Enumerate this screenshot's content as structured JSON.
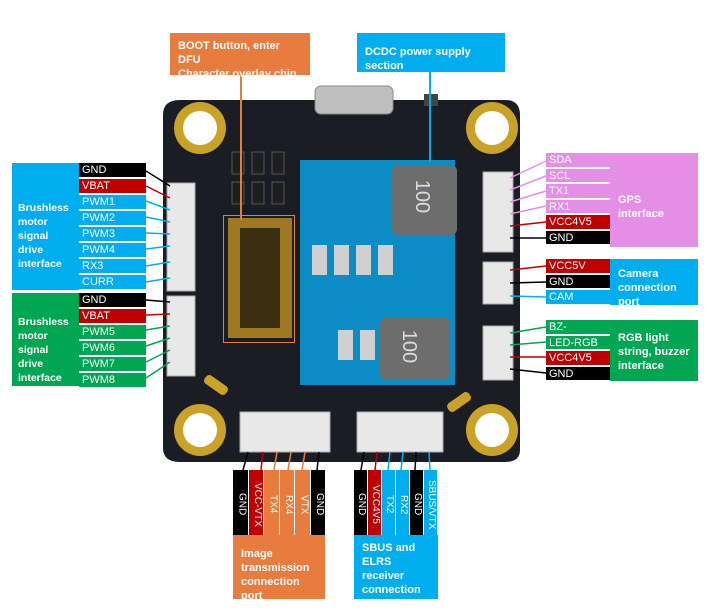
{
  "callouts": {
    "boot": {
      "line1": "BOOT button, enter DFU",
      "line2": "Character overlay chip"
    },
    "dcdc": "DCDC power supply section",
    "inductor_top": "100",
    "inductor_bottom": "100"
  },
  "left_top": {
    "title": "Brushless motor signal drive interface",
    "pins": [
      "GND",
      "VBAT",
      "PWM1",
      "PWM2",
      "PWM3",
      "PWM4",
      "RX3",
      "CURR"
    ]
  },
  "left_bottom": {
    "title": "Brushless motor signal drive interface",
    "pins": [
      "GND",
      "VBAT",
      "PWM5",
      "PWM6",
      "PWM7",
      "PWM8"
    ]
  },
  "right_gps": {
    "title": "GPS interface",
    "pins": [
      "SDA",
      "SCL",
      "TX1",
      "RX1",
      "VCC4V5",
      "GND"
    ]
  },
  "right_cam": {
    "title": "Camera connection port",
    "pins": [
      "VCC5V",
      "GND",
      "CAM"
    ]
  },
  "right_rgb": {
    "title": "RGB light string, buzzer interface",
    "pins": [
      "BZ-",
      "LED-RGB",
      "VCC4V5",
      "GND"
    ]
  },
  "bottom_vtx": {
    "title": "Image transmission connection port",
    "pins": [
      "GND",
      "VCC-VTX",
      "TX4",
      "RX4",
      "VTX",
      "GND"
    ]
  },
  "bottom_rx": {
    "title": "SBUS and ELRS receiver connection port",
    "pins": [
      "GND",
      "VCC4V5",
      "TX2",
      "RX2",
      "GND",
      "SBUS/VTX"
    ]
  },
  "colors": {
    "blue": "#00aeef",
    "green": "#00a651",
    "red": "#c00000",
    "black": "#000000",
    "orange": "#e87c3e",
    "pink": "#e58ee6",
    "board": "#1a1d24"
  }
}
